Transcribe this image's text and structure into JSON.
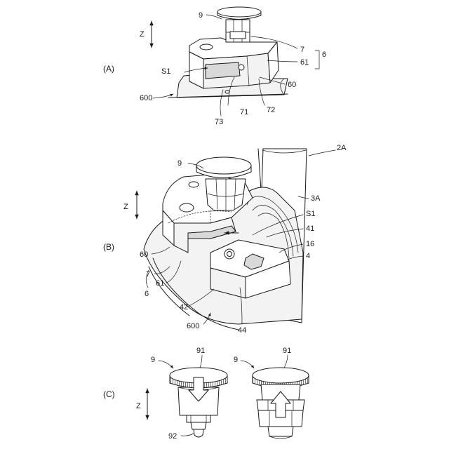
{
  "panels": [
    {
      "id": "A",
      "label": "(A)"
    },
    {
      "id": "B",
      "label": "(B)"
    },
    {
      "id": "C",
      "label": "(C)"
    }
  ],
  "axis_label": "Z",
  "labels": {
    "a": {
      "n9": "9",
      "n7": "7",
      "n6": "6",
      "n61": "61",
      "s1": "S1",
      "n60": "60",
      "n600": "600",
      "n71": "71",
      "n72": "72",
      "n73": "73"
    },
    "b": {
      "n2a": "2A",
      "n9": "9",
      "n3a": "3A",
      "s1": "S1",
      "n41": "41",
      "n16": "16",
      "n4": "4",
      "n60": "60",
      "n7": "7",
      "n61": "61",
      "n6": "6",
      "n42": "42",
      "n600": "600",
      "n44": "44"
    },
    "c": {
      "n9_left": "9",
      "n91_left": "91",
      "n92": "92",
      "n9_right": "9",
      "n91_right": "91"
    }
  }
}
